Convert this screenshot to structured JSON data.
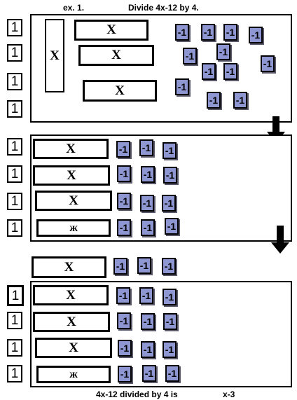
{
  "header": {
    "example": "ex. 1.",
    "instruction": "Divide 4x-12 by 4."
  },
  "tiles": {
    "one": "1",
    "x": "X",
    "neg_one": "-1",
    "x_crossed": "ж"
  },
  "footer": {
    "conclusion": "4x-12 divided by 4 is",
    "answer": "x-3"
  },
  "colors": {
    "neg_tile": "#8e97d2",
    "border": "#000000"
  },
  "icons": [
    "down-arrow-icon"
  ]
}
